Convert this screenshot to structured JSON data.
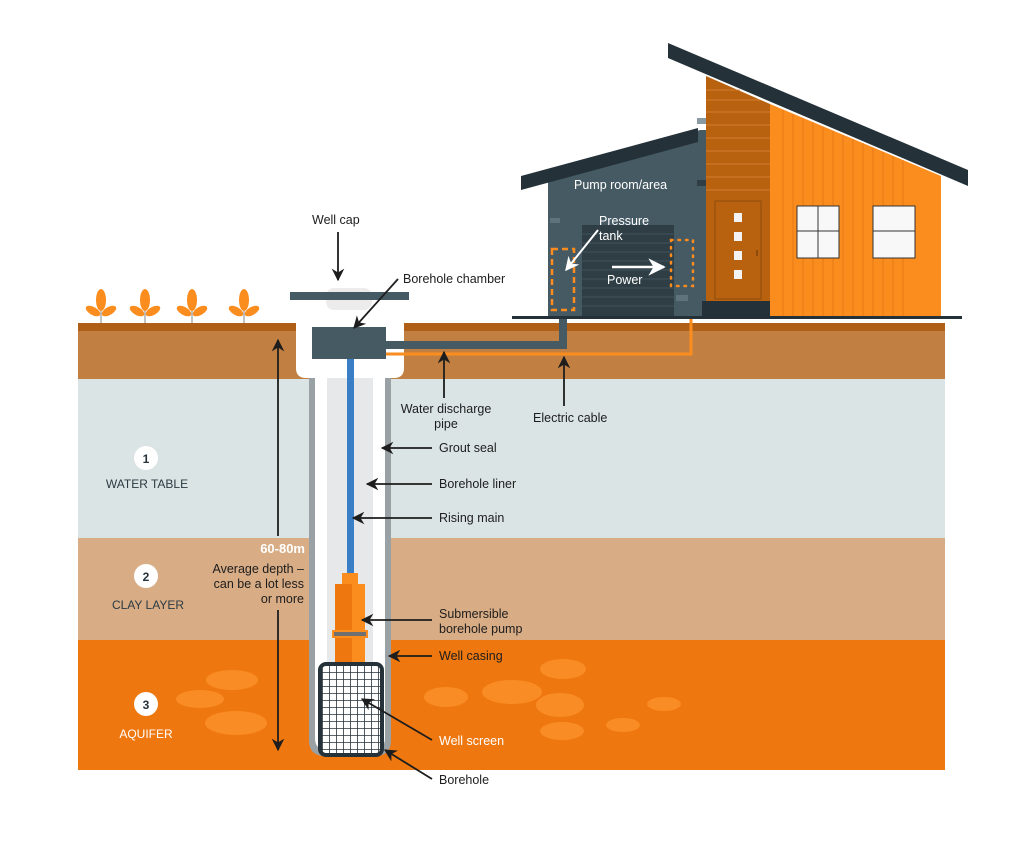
{
  "diagram": {
    "title": "Borehole well system cross-section",
    "colors": {
      "topsoil": "#c27f42",
      "topsoil_edge": "#b05f16",
      "water_table": "#dbe4e5",
      "clay": "#d8ac85",
      "aquifer": "#ee770f",
      "aquifer_blob": "#fa8c25",
      "slate": "#465a64",
      "roof": "#243139",
      "orange_wall": "#fb8c1e",
      "wood_wall": "#b8620f",
      "rising_main": "#3a7ec6",
      "electric": "#fb8c1e"
    },
    "layers": [
      {
        "number": "1",
        "name": "WATER TABLE"
      },
      {
        "number": "2",
        "name": "CLAY LAYER"
      },
      {
        "number": "3",
        "name": "AQUIFER"
      }
    ],
    "depth": {
      "value": "60-80m",
      "note_lines": [
        "Average depth –",
        "can be a lot less",
        "or more"
      ]
    },
    "house": {
      "pump_room_label": "Pump room/area",
      "pressure_tank_lines": [
        "Pressure",
        "tank"
      ],
      "power_label": "Power"
    },
    "labels": {
      "well_cap": "Well cap",
      "borehole_chamber": "Borehole chamber",
      "water_discharge_pipe_lines": [
        "Water discharge",
        "pipe"
      ],
      "electric_cable": "Electric cable",
      "grout_seal": "Grout seal",
      "borehole_liner": "Borehole liner",
      "rising_main": "Rising main",
      "submersible_pump_lines": [
        "Submersible",
        "borehole pump"
      ],
      "well_casing": "Well casing",
      "well_screen": "Well screen",
      "borehole": "Borehole"
    }
  }
}
